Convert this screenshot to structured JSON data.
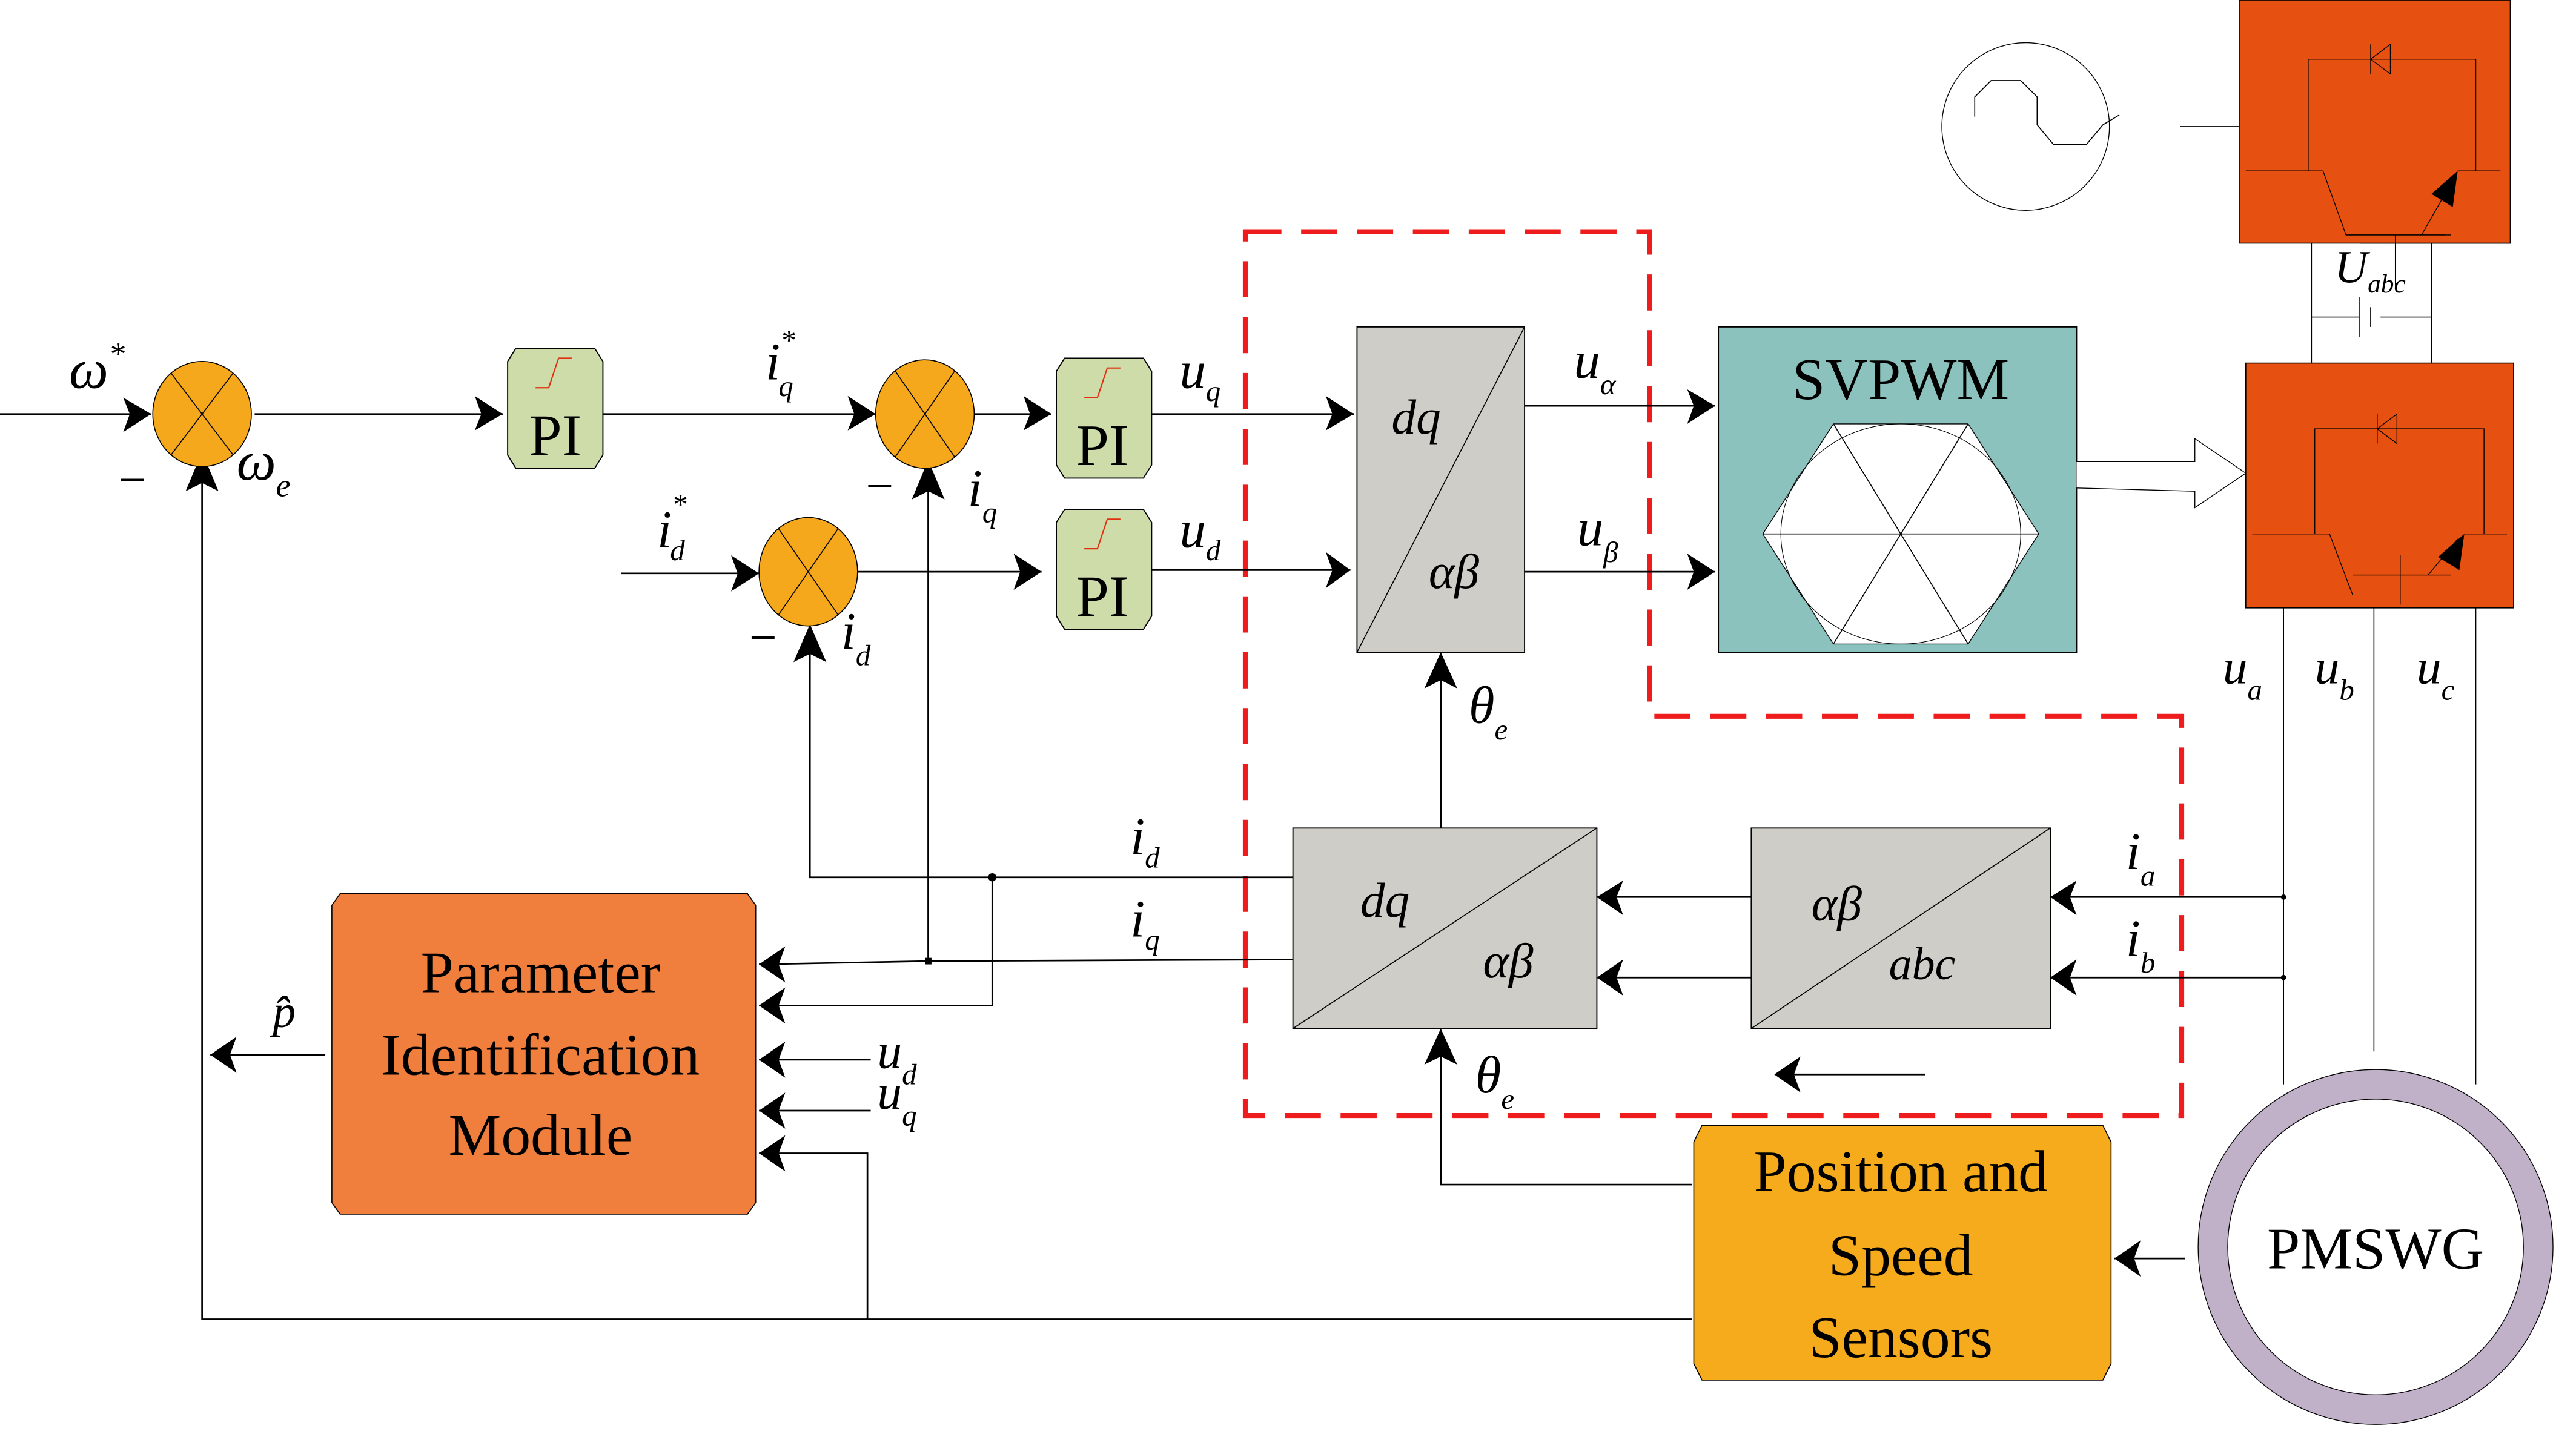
{
  "diagram": {
    "title": "PMSWG vector control with parameter identification",
    "colors": {
      "summer": "#f5a81c",
      "pi_block": "#cddca8",
      "transform_block": "#cfcdc8",
      "svpwm_block": "#8cc2bd",
      "converter": "#e65010",
      "param_module": "#f07f3e",
      "sensor_block": "#f5ab1c",
      "generator_ring": "#c0b0c8",
      "highlight_border": "#ee1c1c"
    },
    "signals": {
      "omega_ref": {
        "base": "ω",
        "sup": "*"
      },
      "omega_e": {
        "base": "ω",
        "sub": "e"
      },
      "iq_ref": {
        "base": "i",
        "sub": "q",
        "sup": "*"
      },
      "id_ref": {
        "base": "i",
        "sub": "d",
        "sup": "*"
      },
      "iq_fb": {
        "base": "i",
        "sub": "q"
      },
      "id_fb": {
        "base": "i",
        "sub": "d"
      },
      "uq": {
        "base": "u",
        "sub": "q"
      },
      "ud": {
        "base": "u",
        "sub": "d"
      },
      "u_alpha": {
        "base": "u",
        "sub": "α"
      },
      "u_beta": {
        "base": "u",
        "sub": "β"
      },
      "theta_top": {
        "base": "θ",
        "sub": "e"
      },
      "theta_bottom": {
        "base": "θ",
        "sub": "e"
      },
      "id_line": {
        "base": "i",
        "sub": "d"
      },
      "iq_line": {
        "base": "i",
        "sub": "q"
      },
      "ia": {
        "base": "i",
        "sub": "a"
      },
      "ib": {
        "base": "i",
        "sub": "b"
      },
      "ud_in": {
        "base": "u",
        "sub": "d"
      },
      "uq_in": {
        "base": "u",
        "sub": "q"
      },
      "p_hat": {
        "base": "p̂"
      },
      "U_abc": {
        "base": "U",
        "sub": "abc"
      },
      "ua": {
        "base": "u",
        "sub": "a"
      },
      "ub": {
        "base": "u",
        "sub": "b"
      },
      "uc": {
        "base": "u",
        "sub": "c"
      }
    },
    "minus_sign": "−",
    "blocks": {
      "pi_speed": "PI",
      "pi_q": "PI",
      "pi_d": "PI",
      "park_inv": {
        "top": "dq",
        "bottom": "αβ"
      },
      "svpwm": "SVPWM",
      "park": {
        "top": "dq",
        "bottom": "αβ"
      },
      "clarke": {
        "top": "αβ",
        "bottom": "abc"
      },
      "param_module": [
        "Parameter",
        "Identification",
        "Module"
      ],
      "sensors": [
        "Position and",
        "Speed",
        "Sensors"
      ],
      "generator": "PMSWG"
    }
  }
}
